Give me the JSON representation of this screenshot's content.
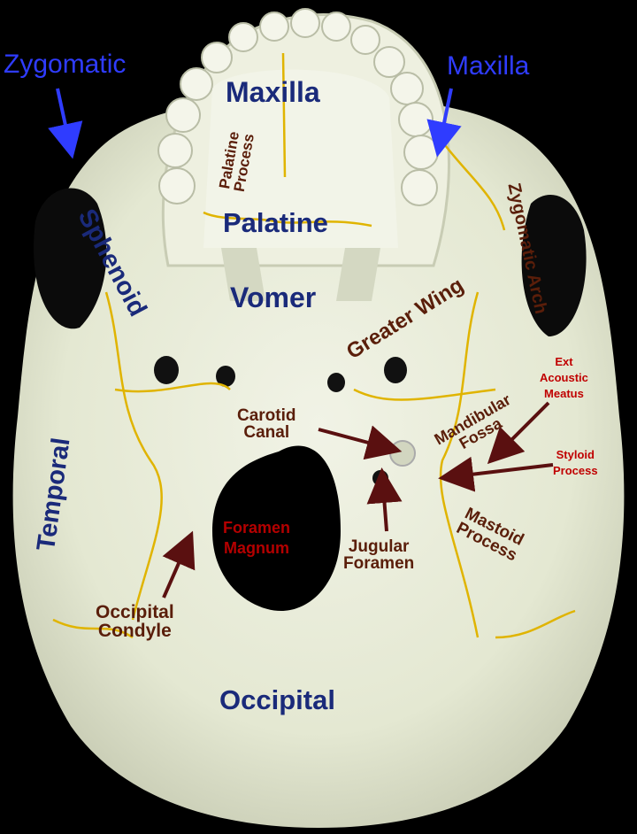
{
  "labels": {
    "zygomatic_left": "Zygomatic",
    "maxilla_right": "Maxilla",
    "maxilla": "Maxilla",
    "palatine_process": "Palatine\nProcess",
    "palatine": "Palatine",
    "sphenoid": "Sphenoid",
    "vomer": "Vomer",
    "greater_wing": "Greater Wing",
    "zygomatic_arch": "Zygomatic Arch",
    "ext_acoustic_meatus": "Ext\nAcoustic\nMeatus",
    "mandibular_fossa": "Mandibular\nFossa",
    "carotid_canal": "Carotid\nCanal",
    "styloid_process": "Styloid\nProcess",
    "temporal": "Temporal",
    "foramen_magnum": "Foramen\nMagnum",
    "jugular_foramen": "Jugular\nForamen",
    "mastoid_process": "Mastoid\nProcess",
    "occipital_condyle": "Occipital\nCondyle",
    "occipital": "Occipital"
  },
  "colors": {
    "background": "#000000",
    "bone": "#e9ecd9",
    "bone_shadow": "#c9cdb6",
    "suture": "#e0b400",
    "label_bone": "#1a2a7a",
    "label_side": "#2f3cff",
    "label_feature": "#5a1e0a",
    "label_red": "#c00000"
  }
}
